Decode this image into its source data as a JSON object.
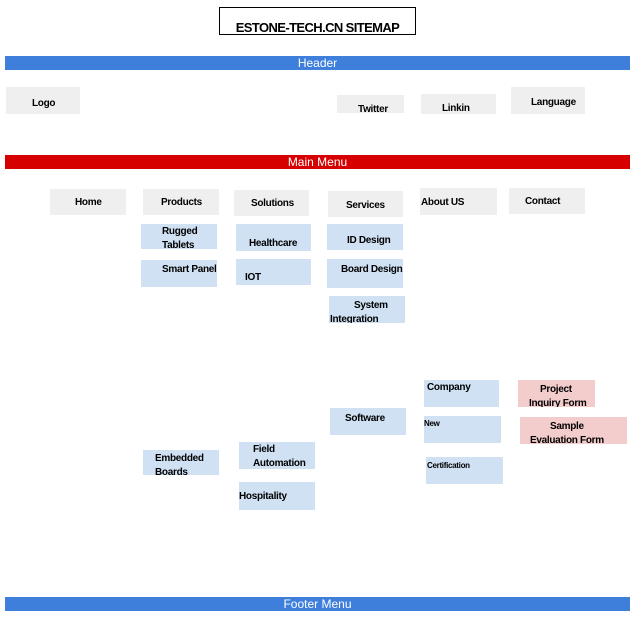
{
  "title": "ESTONE-TECH.CN SITEMAP",
  "sections": {
    "header": "Header",
    "main_menu": "Main Menu",
    "footer_menu": "Footer Menu"
  },
  "header_items": {
    "logo": "Logo",
    "twitter": "Twitter",
    "linkin": "Linkin",
    "language": "Language"
  },
  "menu": {
    "home": "Home",
    "products": "Products",
    "solutions": "Solutions",
    "services": "Services",
    "about_us": "About US",
    "contact": "Contact"
  },
  "products": {
    "rugged_tablets": "Rugged Tablets",
    "smart_panel": "Smart Panel",
    "embedded_boards": "Embedded Boards"
  },
  "solutions": {
    "healthcare": "Healthcare",
    "iot": "IOT",
    "field_automation": "Field Automation",
    "hospitality": "Hospitality"
  },
  "services": {
    "id_design": "ID Design",
    "board_design": "Board Design",
    "system_integration": "System Integration",
    "software": "Software"
  },
  "about_us": {
    "company": "Company",
    "news": "New",
    "certification": "Certification"
  },
  "contact": {
    "project_inquiry_form": "Project Inquiry Form",
    "sample_evaluation_form": "Sample Evaluation Form"
  },
  "colors": {
    "blue_bar": "#3f7fdc",
    "red_bar": "#d60000",
    "gray_box": "#efefef",
    "light_blue_box": "#cfe1f3",
    "pink_box": "#f3cccc"
  }
}
